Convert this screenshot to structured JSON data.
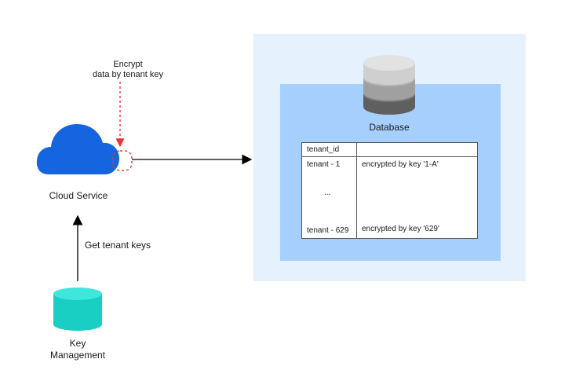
{
  "encrypt_note": {
    "line1": "Encrypt",
    "line2": "data by tenant key"
  },
  "cloud": {
    "label": "Cloud Service"
  },
  "get_keys_label": "Get tenant keys",
  "key_management": {
    "line1": "Key",
    "line2": "Management"
  },
  "database": {
    "label": "Database"
  },
  "table": {
    "header": {
      "col1": "tenant_id",
      "col2": ""
    },
    "rows": [
      {
        "tenant": "tenant - 1",
        "value": "encrypted by key '1-A'"
      },
      {
        "tenant": "...",
        "value": ""
      },
      {
        "tenant": "tenant - 629",
        "value": "encrypted by key '629'"
      }
    ]
  },
  "colors": {
    "cloud": "#1565e0",
    "key_cylinder": "#2ddad0",
    "db_top": "#d9d9d9",
    "db_mid": "#a9a9a9",
    "db_bottom": "#666666",
    "panel_outer": "#e6f1fe",
    "panel_inner": "#a6cffd",
    "encrypt_marker": "#e53935"
  }
}
